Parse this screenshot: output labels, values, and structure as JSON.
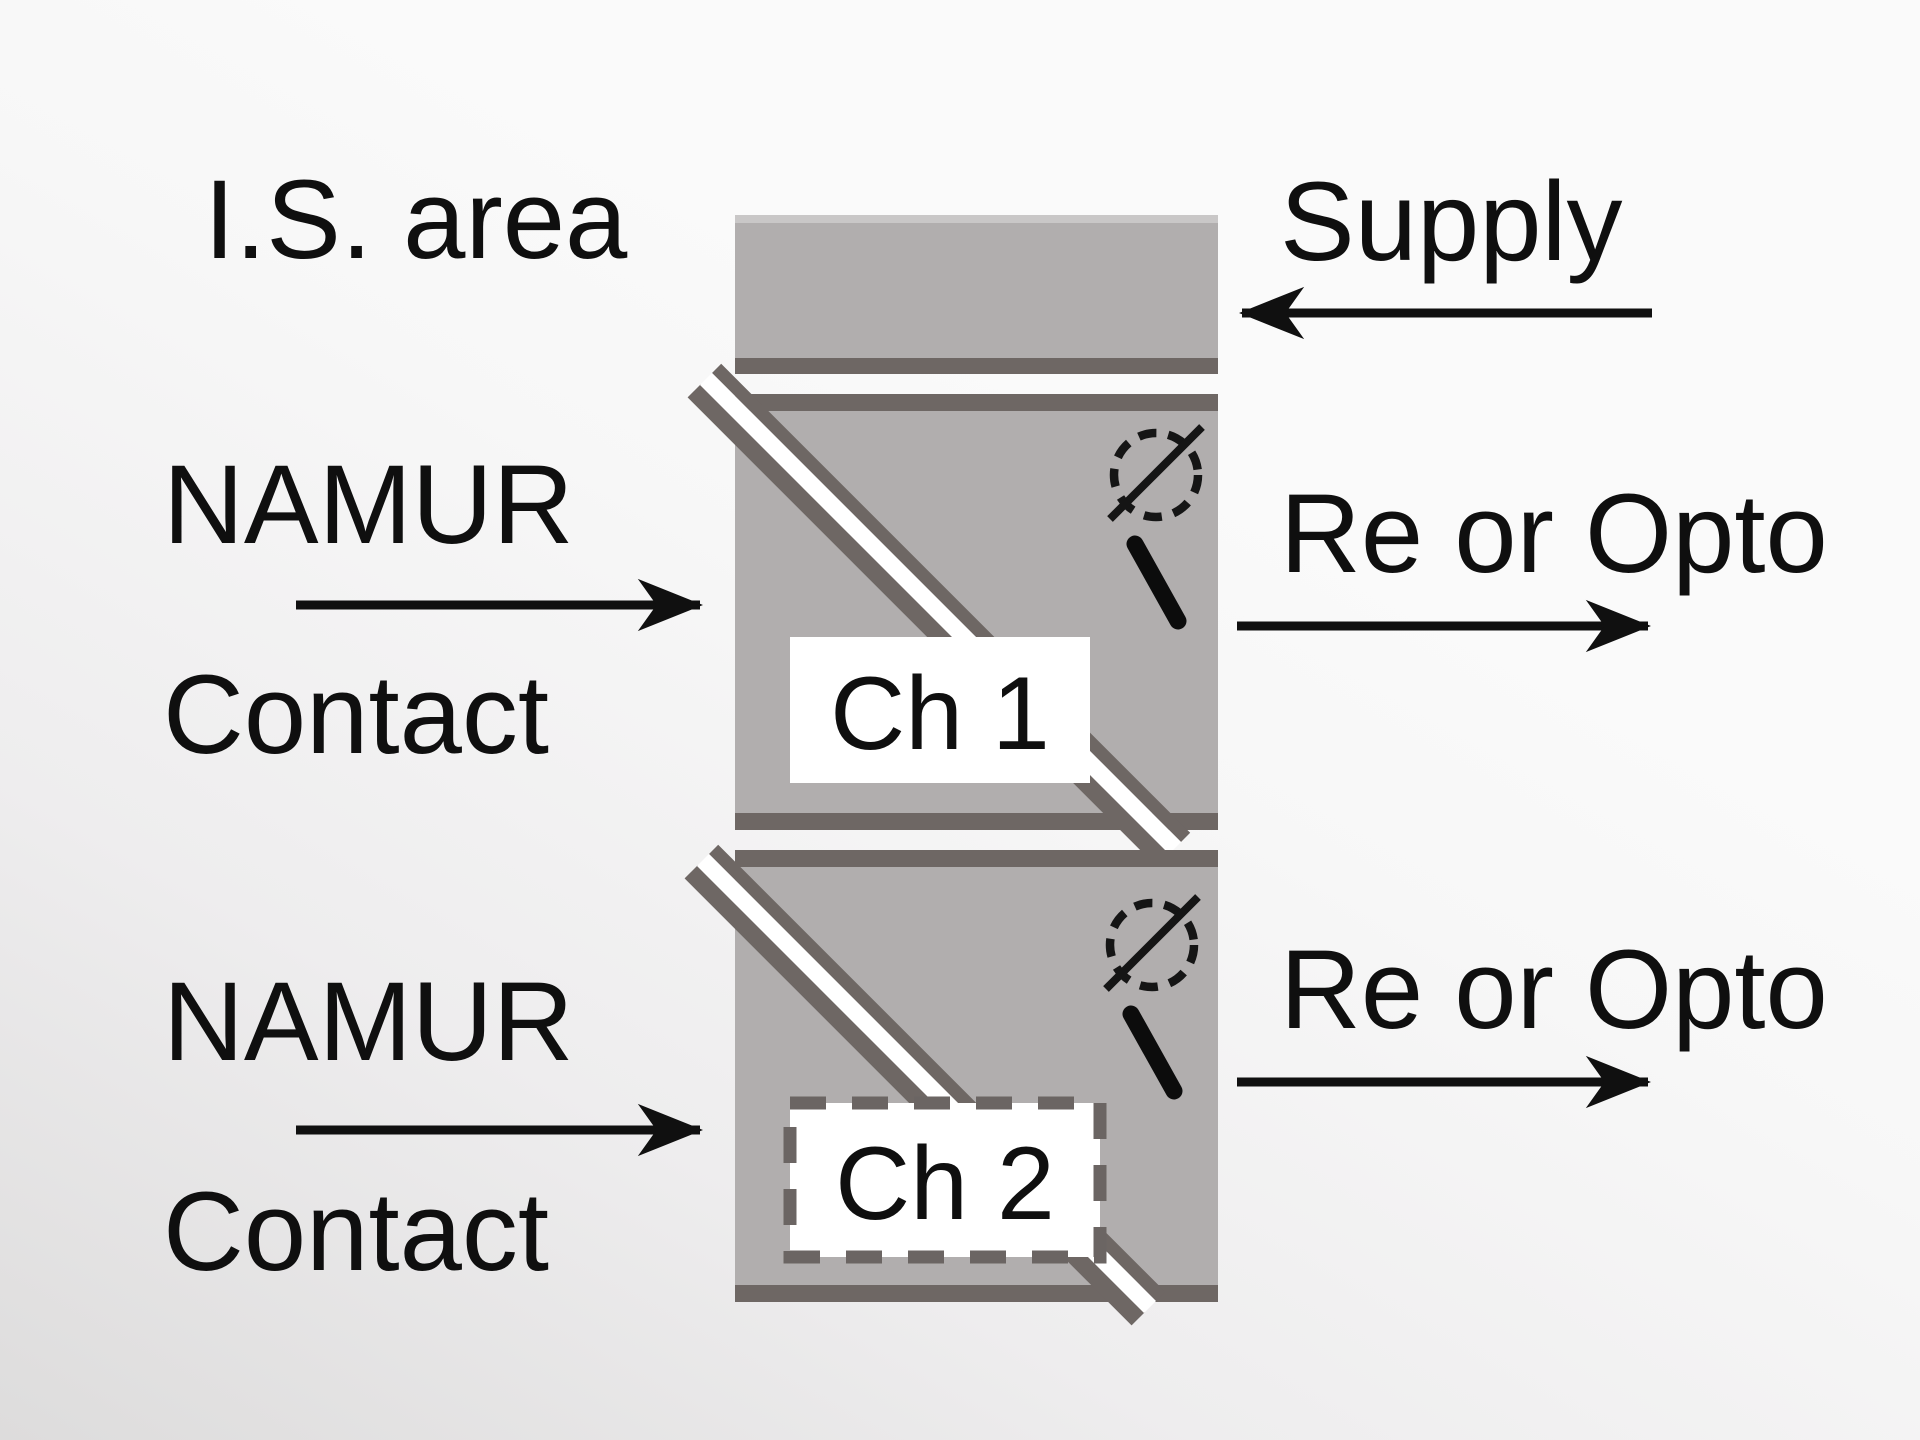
{
  "diagram": {
    "is_area_label": "I.S. area",
    "supply_label": "Supply",
    "channels": [
      {
        "name": "Ch 1",
        "input_label_line1": "NAMUR",
        "input_label_line2": "Contact",
        "output_label": "Re or Opto",
        "label_box_style": "solid"
      },
      {
        "name": "Ch 2",
        "input_label_line1": "NAMUR",
        "input_label_line2": "Contact",
        "output_label": "Re or Opto",
        "label_box_style": "dashed"
      }
    ],
    "icons": {
      "switch_circle": "dashed-circle-with-slash",
      "switch_lever": "contact-lever",
      "isolation_stripe": "galvanic-isolation-diagonal-band",
      "arrows": "signal-direction-arrow"
    },
    "colors": {
      "block_fill": "#b1aeae",
      "block_border": "#6e6764",
      "label_box_fill": "#ffffff",
      "line": "#101010",
      "background_wash": "#e0dfdf"
    }
  }
}
